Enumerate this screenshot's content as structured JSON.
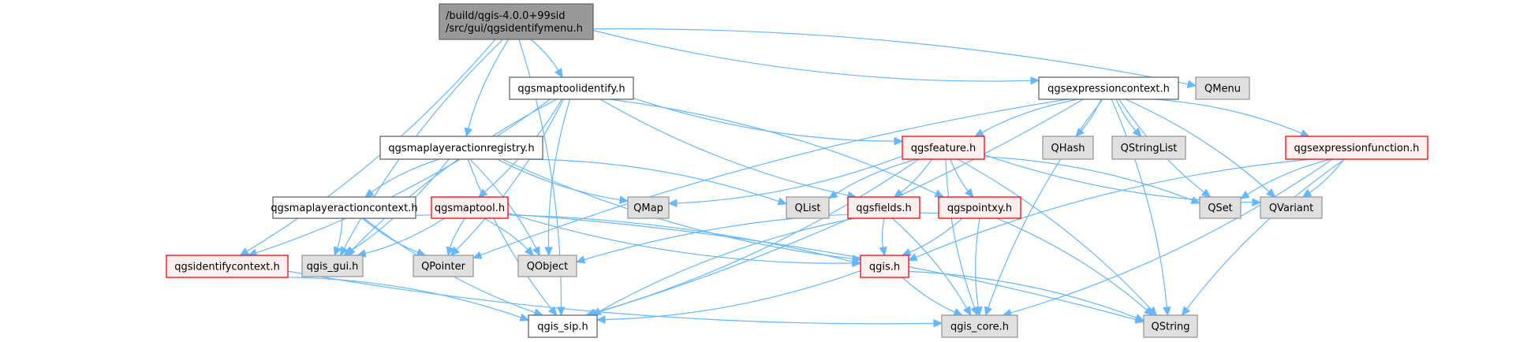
{
  "diagram": {
    "type": "include-dependency-graph",
    "colors": {
      "edge": "#63b8ff",
      "root_fill": "#999999",
      "documented_fill": "#ffffff",
      "incomplete_fill": "#fff0f0",
      "incomplete_border": "#ff0000",
      "external_fill": "#e0e0e0"
    },
    "nodes": [
      {
        "id": "root",
        "kind": "root",
        "lines": [
          "/build/qgis-4.0.0+99sid",
          "/src/gui/qgsidentifymenu.h"
        ]
      },
      {
        "id": "maptoolidentify",
        "kind": "normal",
        "lines": [
          "qgsmaptoolidentify.h"
        ]
      },
      {
        "id": "exprcontext",
        "kind": "normal",
        "lines": [
          "qgsexpressioncontext.h"
        ]
      },
      {
        "id": "qmenu",
        "kind": "ext",
        "lines": [
          "QMenu"
        ]
      },
      {
        "id": "registry",
        "kind": "normal",
        "lines": [
          "qgsmaplayeractionregistry.h"
        ]
      },
      {
        "id": "feature",
        "kind": "red",
        "lines": [
          "qgsfeature.h"
        ]
      },
      {
        "id": "qhash",
        "kind": "ext",
        "lines": [
          "QHash"
        ]
      },
      {
        "id": "qstringlist",
        "kind": "ext",
        "lines": [
          "QStringList"
        ]
      },
      {
        "id": "exprfunction",
        "kind": "red",
        "lines": [
          "qgsexpressionfunction.h"
        ]
      },
      {
        "id": "actioncontext",
        "kind": "normal",
        "lines": [
          "qgsmaplayeractioncontext.h"
        ]
      },
      {
        "id": "maptool",
        "kind": "red",
        "lines": [
          "qgsmaptool.h"
        ]
      },
      {
        "id": "qmap",
        "kind": "ext",
        "lines": [
          "QMap"
        ]
      },
      {
        "id": "qlist",
        "kind": "ext",
        "lines": [
          "QList"
        ]
      },
      {
        "id": "fields",
        "kind": "red",
        "lines": [
          "qgsfields.h"
        ]
      },
      {
        "id": "pointxy",
        "kind": "red",
        "lines": [
          "qgspointxy.h"
        ]
      },
      {
        "id": "qset",
        "kind": "ext",
        "lines": [
          "QSet"
        ]
      },
      {
        "id": "qvariant",
        "kind": "ext",
        "lines": [
          "QVariant"
        ]
      },
      {
        "id": "identifycontext",
        "kind": "red",
        "lines": [
          "qgsidentifycontext.h"
        ]
      },
      {
        "id": "qgisgui",
        "kind": "ext",
        "lines": [
          "qgis_gui.h"
        ]
      },
      {
        "id": "qpointer",
        "kind": "ext",
        "lines": [
          "QPointer"
        ]
      },
      {
        "id": "qobject",
        "kind": "ext",
        "lines": [
          "QObject"
        ]
      },
      {
        "id": "qgis",
        "kind": "red",
        "lines": [
          "qgis.h"
        ]
      },
      {
        "id": "qgissip",
        "kind": "normal",
        "lines": [
          "qgis_sip.h"
        ]
      },
      {
        "id": "qgiscore",
        "kind": "ext",
        "lines": [
          "qgis_core.h"
        ]
      },
      {
        "id": "qstring",
        "kind": "ext",
        "lines": [
          "QString"
        ]
      }
    ],
    "edges": [
      [
        "root",
        "maptoolidentify"
      ],
      [
        "root",
        "exprcontext"
      ],
      [
        "root",
        "qmenu"
      ],
      [
        "root",
        "registry"
      ],
      [
        "root",
        "identifycontext"
      ],
      [
        "root",
        "qgisgui"
      ],
      [
        "root",
        "qgissip"
      ],
      [
        "maptoolidentify",
        "feature"
      ],
      [
        "maptoolidentify",
        "maptool"
      ],
      [
        "maptoolidentify",
        "fields"
      ],
      [
        "maptoolidentify",
        "pointxy"
      ],
      [
        "maptoolidentify",
        "qobject"
      ],
      [
        "maptoolidentify",
        "qpointer"
      ],
      [
        "maptoolidentify",
        "qgisgui"
      ],
      [
        "maptoolidentify",
        "identifycontext"
      ],
      [
        "exprcontext",
        "feature"
      ],
      [
        "exprcontext",
        "qhash"
      ],
      [
        "exprcontext",
        "qstringlist"
      ],
      [
        "exprcontext",
        "exprfunction"
      ],
      [
        "exprcontext",
        "qset"
      ],
      [
        "exprcontext",
        "qvariant"
      ],
      [
        "exprcontext",
        "qpointer"
      ],
      [
        "exprcontext",
        "qgissip"
      ],
      [
        "exprcontext",
        "qgiscore"
      ],
      [
        "exprcontext",
        "qstring"
      ],
      [
        "registry",
        "actioncontext"
      ],
      [
        "registry",
        "qobject"
      ],
      [
        "registry",
        "qmap"
      ],
      [
        "registry",
        "qlist"
      ],
      [
        "registry",
        "qgis"
      ],
      [
        "registry",
        "qgisgui"
      ],
      [
        "registry",
        "qgissip"
      ],
      [
        "feature",
        "qmap"
      ],
      [
        "feature",
        "qlist"
      ],
      [
        "feature",
        "fields"
      ],
      [
        "feature",
        "pointxy"
      ],
      [
        "feature",
        "qset"
      ],
      [
        "feature",
        "qvariant"
      ],
      [
        "feature",
        "qgissip"
      ],
      [
        "feature",
        "qgiscore"
      ],
      [
        "feature",
        "qstring"
      ],
      [
        "exprfunction",
        "qset"
      ],
      [
        "exprfunction",
        "qvariant"
      ],
      [
        "exprfunction",
        "qgis"
      ],
      [
        "exprfunction",
        "qgiscore"
      ],
      [
        "exprfunction",
        "qstring"
      ],
      [
        "actioncontext",
        "qgisgui"
      ],
      [
        "actioncontext",
        "qpointer"
      ],
      [
        "actioncontext",
        "qgis"
      ],
      [
        "actioncontext",
        "qgissip"
      ],
      [
        "maptool",
        "qgisgui"
      ],
      [
        "maptool",
        "qpointer"
      ],
      [
        "maptool",
        "qobject"
      ],
      [
        "maptool",
        "qgis"
      ],
      [
        "maptool",
        "qstring"
      ],
      [
        "fields",
        "qgis"
      ],
      [
        "fields",
        "qgiscore"
      ],
      [
        "fields",
        "qgissip"
      ],
      [
        "pointxy",
        "qgis"
      ],
      [
        "pointxy",
        "qgiscore"
      ],
      [
        "pointxy",
        "qstring"
      ],
      [
        "pointxy",
        "qobject"
      ],
      [
        "identifycontext",
        "qgissip"
      ],
      [
        "identifycontext",
        "qgiscore"
      ],
      [
        "qgis",
        "qgissip"
      ],
      [
        "qgis",
        "qgiscore"
      ],
      [
        "qgis",
        "qstring"
      ]
    ]
  }
}
